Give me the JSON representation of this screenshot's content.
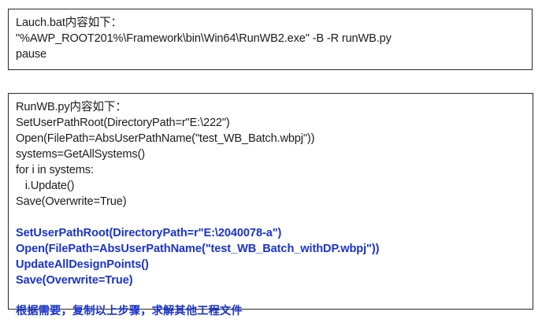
{
  "document": {
    "background_color": "#ffffff",
    "text_color": "#1c1c1c",
    "accent_color": "#1a33cc",
    "border_color": "#2a2a2a"
  },
  "bat_panel": {
    "title": "Lauch.bat内容如下：",
    "lines": [
      "\"%AWP_ROOT201%\\Framework\\bin\\Win64\\RunWB2.exe\" -B -R runWB.py",
      "pause"
    ]
  },
  "py_panel": {
    "title": "RunWB.py内容如下：",
    "plain_lines": [
      "SetUserPathRoot(DirectoryPath=r\"E:\\222\")",
      "Open(FilePath=AbsUserPathName(\"test_WB_Batch.wbpj\"))",
      "systems=GetAllSystems()",
      "for i in systems:",
      "   i.Update()",
      "Save(Overwrite=True)"
    ],
    "highlight_lines": [
      "SetUserPathRoot(DirectoryPath=r\"E:\\2040078-a\")",
      "Open(FilePath=AbsUserPathName(\"test_WB_Batch_withDP.wbpj\"))",
      "UpdateAllDesignPoints()",
      "Save(Overwrite=True)"
    ],
    "note": "根据需要，复制以上步骤，求解其他工程文件"
  }
}
